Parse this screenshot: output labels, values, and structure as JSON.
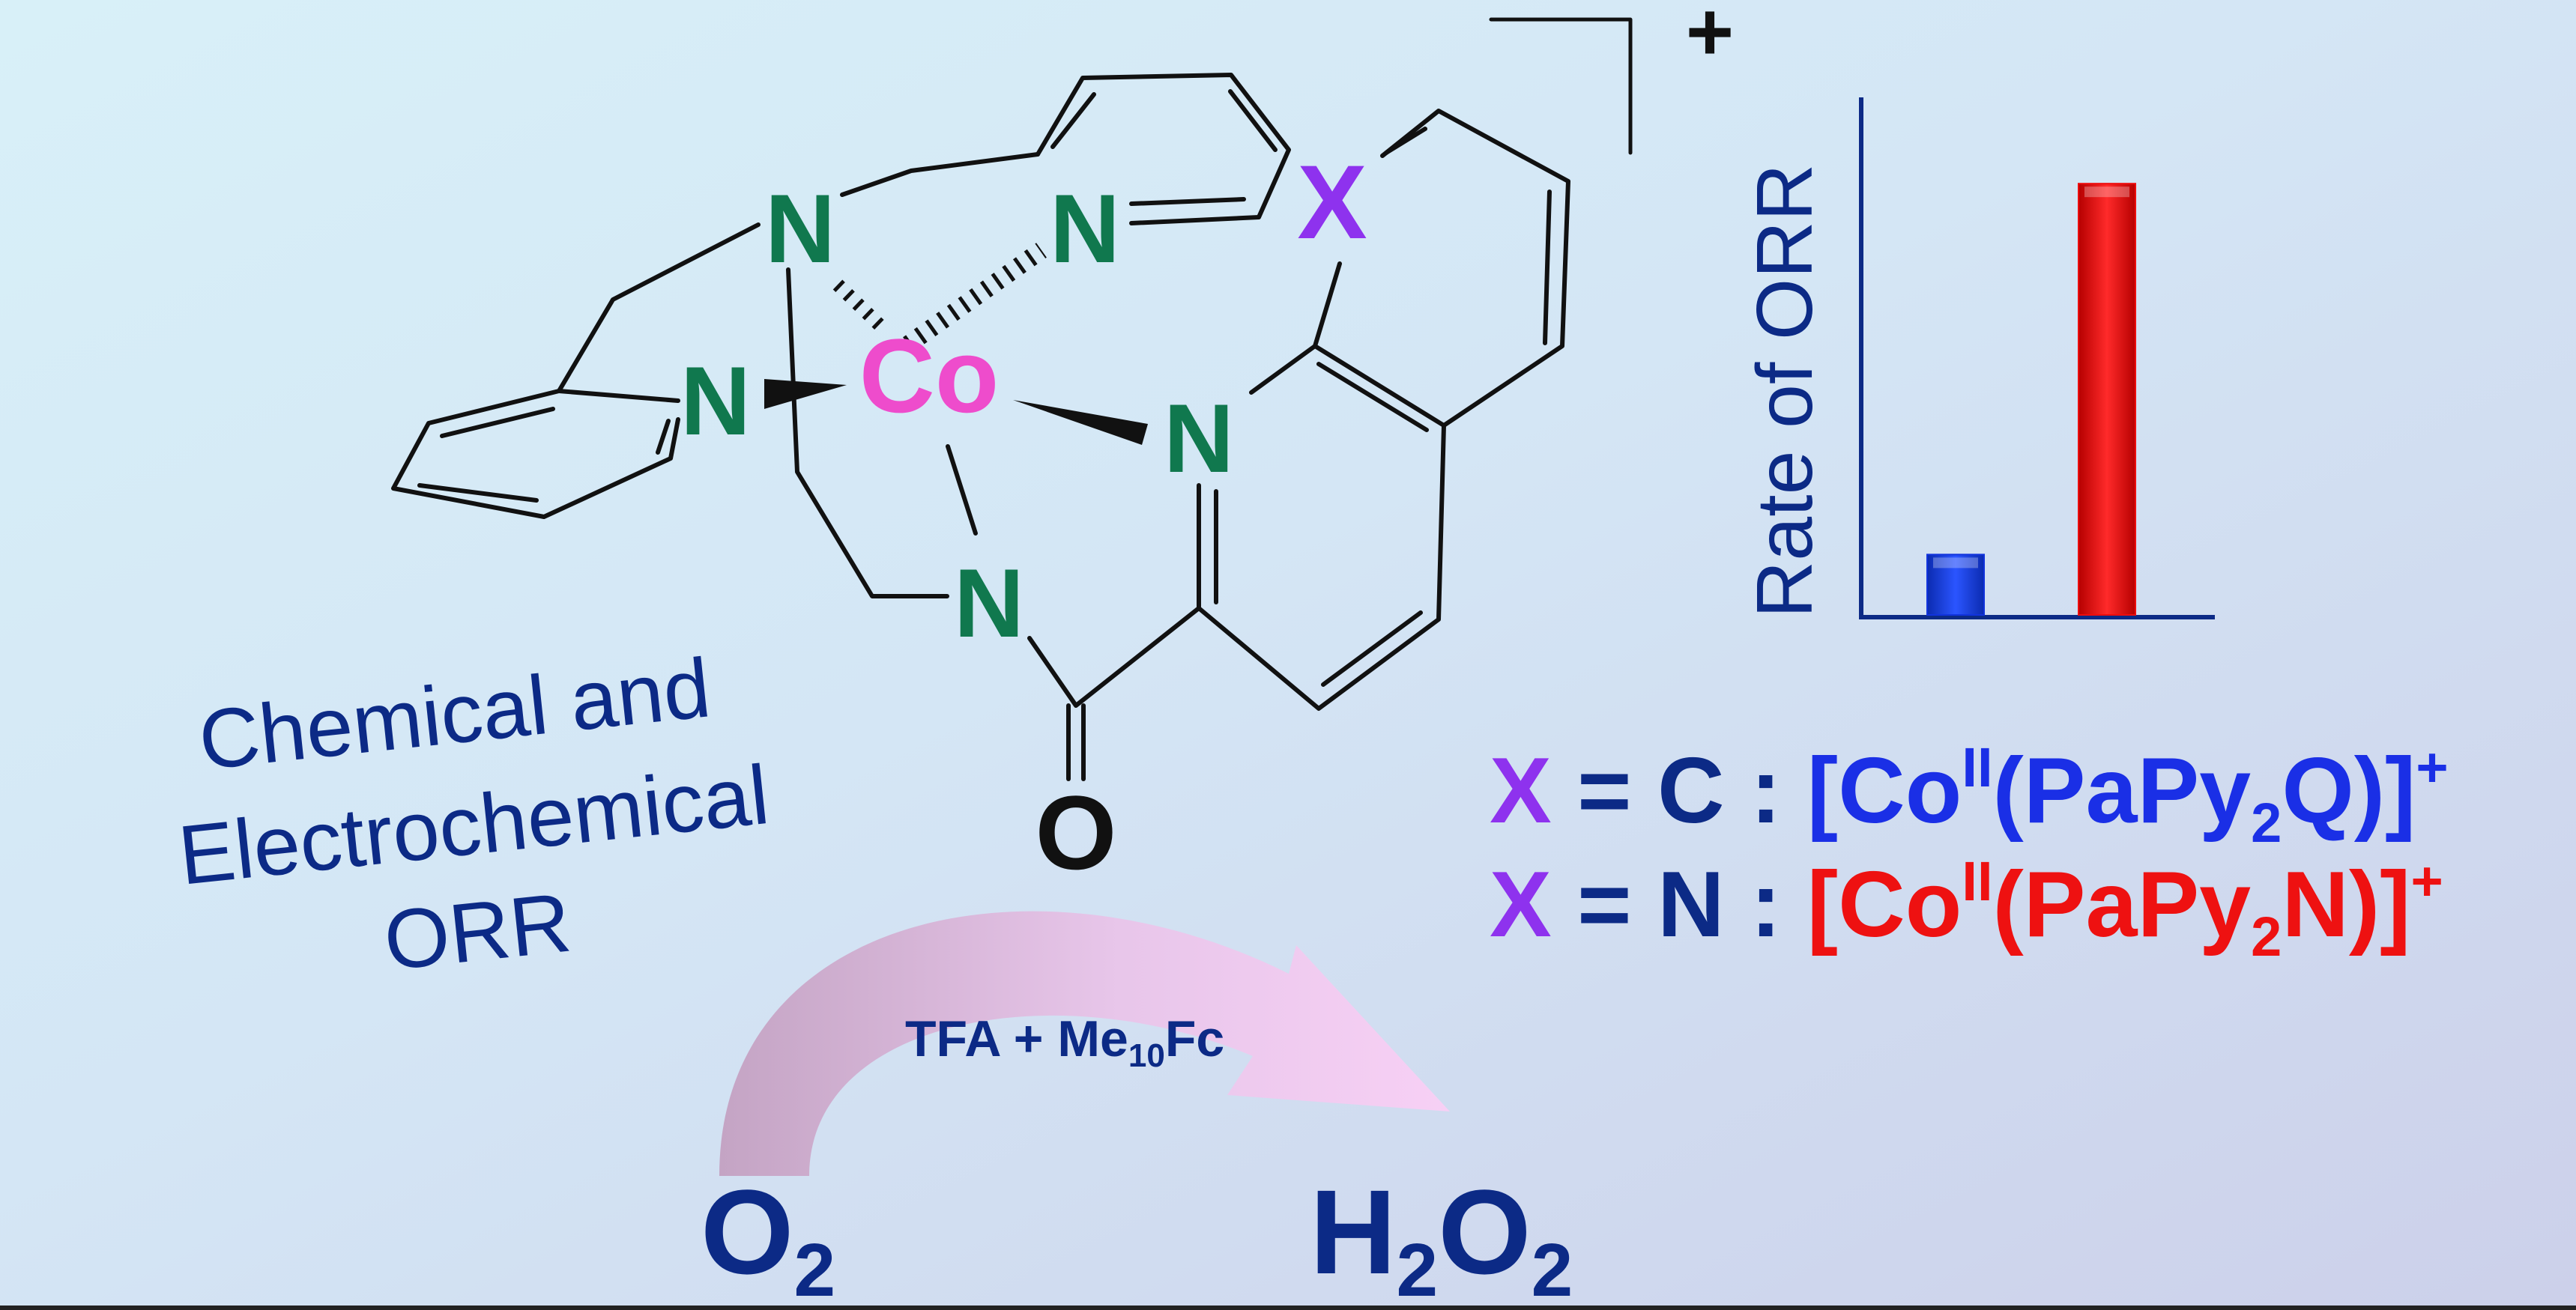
{
  "complex": {
    "charge": "+",
    "atoms": {
      "metal": "Co",
      "amine_n": "N",
      "pyridine_n_top": "N",
      "pyridine_n_left": "N",
      "quinoline_n": "N",
      "amide_n": "N",
      "carbonyl_o": "O",
      "x_position": "X"
    }
  },
  "side_label": {
    "line1": "Chemical and",
    "line2": "Electrochemical",
    "line3": "ORR"
  },
  "reaction": {
    "reactant": {
      "main": "O",
      "sub": "2"
    },
    "reagent": {
      "pre": "TFA + Me",
      "sub": "10",
      "post": "Fc"
    },
    "product": {
      "h": "H",
      "h_sub": "2",
      "o": "O",
      "o_sub": "2"
    }
  },
  "chart_data": {
    "type": "bar",
    "ylabel": "Rate of ORR",
    "categories": [
      "[Co(II)(PaPy2Q)]+",
      "[Co(II)(PaPy2N)]+"
    ],
    "values": [
      0.14,
      1.0
    ],
    "colors": [
      "#1133dd",
      "#ee0d0d"
    ],
    "ylim": [
      0,
      1.2
    ],
    "grid": false
  },
  "legend": {
    "rows": [
      {
        "x": "X",
        "eq": "= C :",
        "pre": "[Co",
        "sup": "II",
        "mid": "(PaPy",
        "sub": "2",
        "ligand_end": "Q)]",
        "charge": "+",
        "color": "#1a2fe6"
      },
      {
        "x": "X",
        "eq": "= N :",
        "pre": "[Co",
        "sup": "II",
        "mid": "(PaPy",
        "sub": "2",
        "ligand_end": "N)]",
        "charge": "+",
        "color": "#ee1111"
      }
    ]
  },
  "colors": {
    "nitrogen": "#10784e",
    "cobalt": "#ee4ccc",
    "x_atom": "#8e32ee",
    "navy": "#0c2a86",
    "bond": "#111111"
  }
}
